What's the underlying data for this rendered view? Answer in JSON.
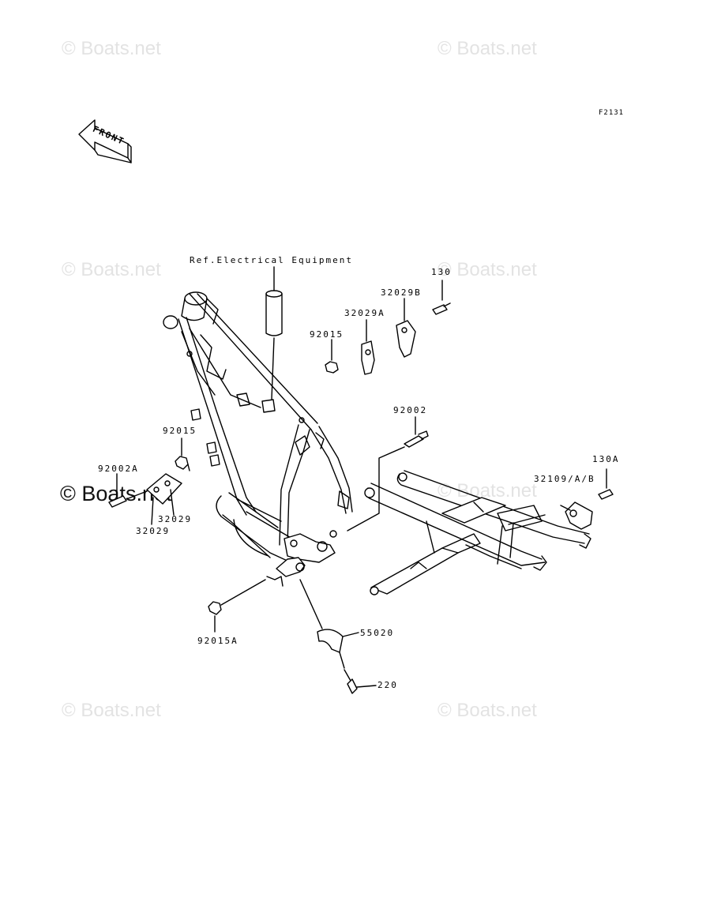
{
  "figure_code": "F2131",
  "front_label": "FRONT",
  "ref_note": "Ref.Electrical Equipment",
  "watermark": "© Boats.net",
  "parts": {
    "p130": "130",
    "p32029B": "32029B",
    "p32029A": "32029A",
    "p92015_top": "92015",
    "p92002": "92002",
    "p92015_left": "92015",
    "p92002A": "92002A",
    "p32029_r": "32029",
    "p32029_b": "32029",
    "p130A": "130A",
    "p32109": "32109/A/B",
    "p92015A": "92015A",
    "p55020": "55020",
    "p220": "220"
  }
}
